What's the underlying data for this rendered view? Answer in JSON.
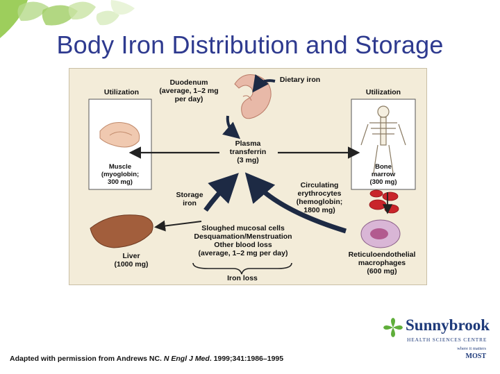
{
  "slide": {
    "title": "Body Iron Distribution and Storage"
  },
  "diagram": {
    "duodenum": "Duodenum\n(average, 1–2 mg\nper day)",
    "dietary_iron": "Dietary iron",
    "utilization_left": "Utilization",
    "utilization_right": "Utilization",
    "plasma": "Plasma\ntransferrin\n(3 mg)",
    "muscle": "Muscle\n(myoglobin;\n300 mg)",
    "bone_marrow": "Bone\nmarrow\n(300 mg)",
    "storage_iron": "Storage\niron",
    "circulating": "Circulating\nerythrocytes\n(hemoglobin;\n1800 mg)",
    "losses": "Sloughed mucosal cells\nDesquamation/Menstruation\nOther blood loss\n(average, 1–2 mg per day)",
    "liver": "Liver\n(1000 mg)",
    "reticulo": "Reticuloendothelial\nmacrophages\n(600 mg)",
    "iron_loss": "Iron loss"
  },
  "logo": {
    "name": "Sunnybrook",
    "subtitle": "HEALTH SCIENCES CENTRE",
    "tagline": "where it matters",
    "most": "MOST"
  },
  "citation": {
    "prefix": "Adapted with permission from Andrews NC. ",
    "journal": "N Engl J Med",
    "suffix": ". 1999;341:1986–1995"
  },
  "colors": {
    "title": "#2e3a8f",
    "figure_bg": "#f3ecd9",
    "logo_blue": "#1e3a7a",
    "logo_green": "#5fae3a",
    "arrow": "#222222"
  }
}
